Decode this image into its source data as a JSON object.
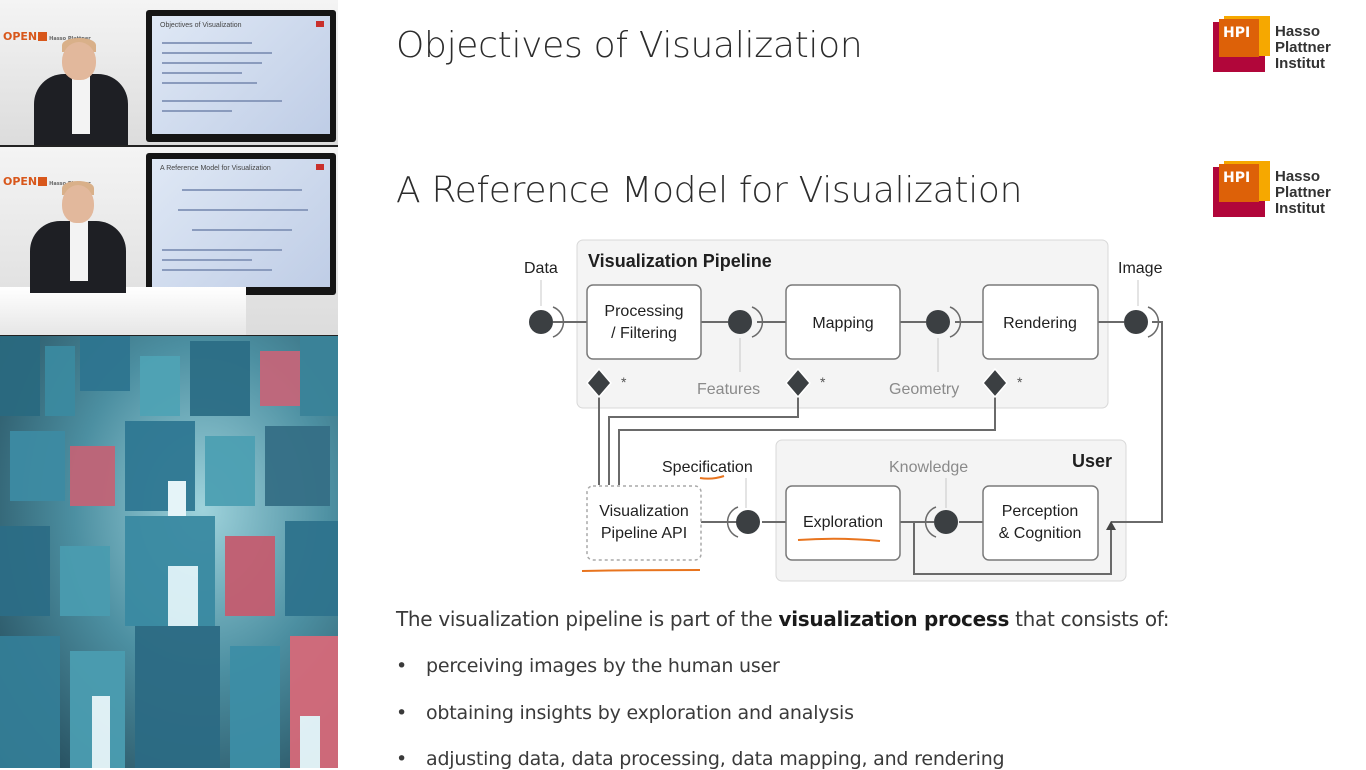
{
  "sidebar": {
    "thumb1": {
      "logo": "OPEN",
      "logo_sub": "Hasso Plattner",
      "screen_title": "Objectives of Visualization"
    },
    "thumb2": {
      "logo": "OPEN",
      "logo_sub": "Hasso Plattner",
      "screen_title": "A Reference Model for Visualization"
    }
  },
  "slide": {
    "title_top": "Objectives of Visualization",
    "title_main": "A Reference Model for Visualization",
    "logo": {
      "badge": "HPI",
      "line1": "Hasso",
      "line2": "Plattner",
      "line3": "Institut"
    },
    "colors": {
      "hpi_red": "#b1063a",
      "hpi_orange": "#dd6108",
      "hpi_yellow": "#f6a800",
      "annotation": "#e8741e"
    }
  },
  "diagram": {
    "pipeline_label": "Visualization Pipeline",
    "data_label": "Data",
    "image_label": "Image",
    "processing_line1": "Processing",
    "processing_line2": "/ Filtering",
    "mapping": "Mapping",
    "rendering": "Rendering",
    "features": "Features",
    "geometry": "Geometry",
    "star": "*",
    "specification": "Specification",
    "knowledge": "Knowledge",
    "user": "User",
    "api_line1": "Visualization",
    "api_line2": "Pipeline API",
    "exploration": "Exploration",
    "perception_line1": "Perception",
    "perception_line2": "& Cognition"
  },
  "content": {
    "intro_pre": "The visualization pipeline is part of the ",
    "intro_bold": "visualization process",
    "intro_post": " that consists of:",
    "bullet_char": "•",
    "bullets": [
      "perceiving images by the human user",
      "obtaining insights by exploration and analysis",
      "adjusting data, data processing, data mapping, and rendering"
    ]
  }
}
